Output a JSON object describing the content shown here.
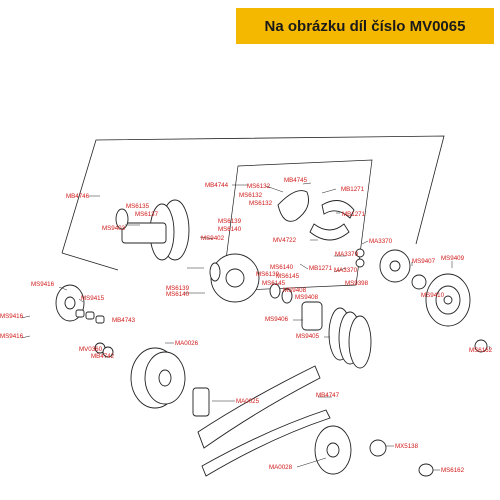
{
  "banner": {
    "text": "Na obrázku díl číslo MV0065"
  },
  "colors": {
    "banner_bg": "#f5b800",
    "label": "#d01818",
    "line": "#222222"
  },
  "labels": [
    "MB4746",
    "MB4744",
    "MB4745",
    "MB1271",
    "MS6132",
    "MS6132",
    "MS6132",
    "MB1271",
    "MS6135",
    "MS6137",
    "MS9403",
    "MS6139",
    "MS6140",
    "MS9402",
    "MV4722",
    "MA3370",
    "MA3370",
    "MB1271",
    "MA3370",
    "MS9407",
    "MS9409",
    "MS9398",
    "MS6140",
    "MS6139",
    "MS6145",
    "MS6145",
    "MS9408",
    "MS9408",
    "MS6139",
    "MS6140",
    "MS9410",
    "MS9416",
    "MS9415",
    "MS9416",
    "MB4743",
    "MS9416",
    "MS9406",
    "MS9405",
    "MV0360",
    "MB4742",
    "MA0026",
    "MS6162",
    "MA0025",
    "MB4747",
    "MX5138",
    "MA0028",
    "MS6162"
  ]
}
